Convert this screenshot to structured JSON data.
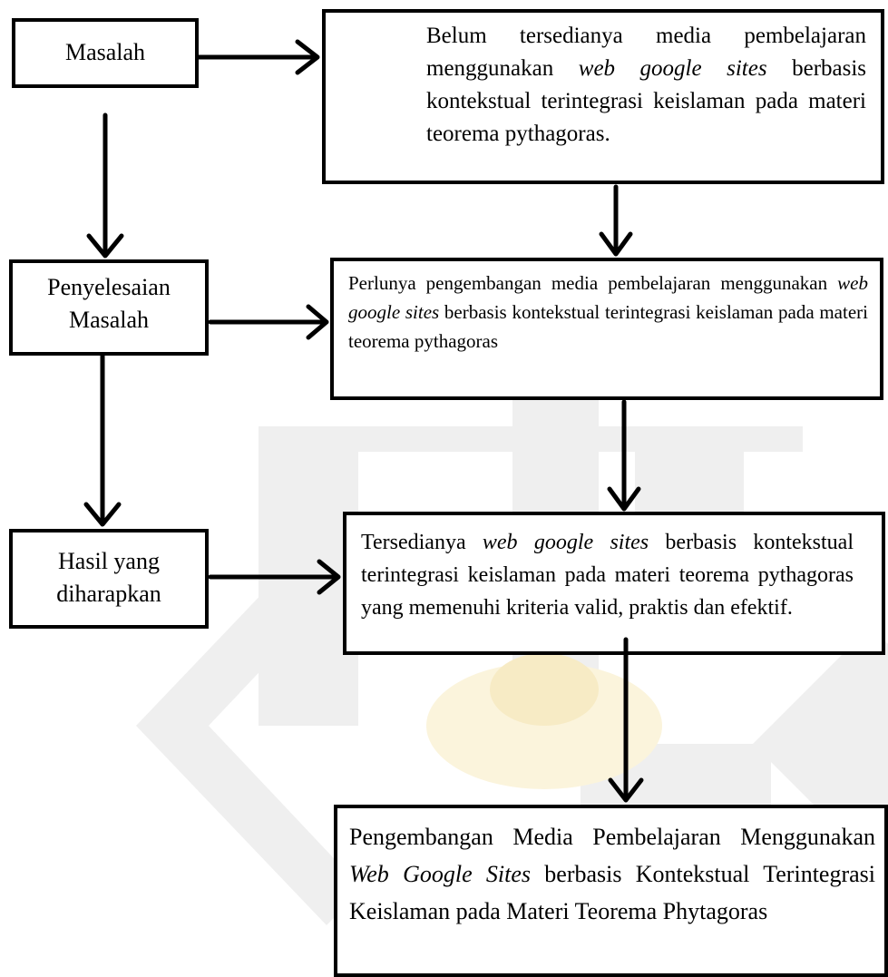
{
  "diagram": {
    "nodes": {
      "masalah": {
        "label": "Masalah"
      },
      "penyelesaian": {
        "line1": "Penyelesaian",
        "line2": "Masalah"
      },
      "hasil": {
        "line1": "Hasil yang",
        "line2": "diharapkan"
      },
      "problem_statement": {
        "part1": "Belum tersedianya media pembelajaran menggunakan ",
        "italic": "web google sites",
        "part2": " berbasis kontekstual terintegrasi keislaman pada materi teorema pythagoras."
      },
      "solution_statement": {
        "part1": "Perlunya pengembangan media pembelajaran menggunakan ",
        "italic": "web google sites",
        "part2": " berbasis kontekstual terintegrasi keislaman pada materi teorema pythagoras"
      },
      "expected_statement": {
        "part1": "Tersedianya ",
        "italic": "web google sites",
        "part2": " berbasis kontekstual terintegrasi keislaman pada materi teorema pythagoras yang memenuhi kriteria valid, praktis dan efektif."
      },
      "final_title": {
        "part1": "Pengembangan Media Pembelajaran Menggunakan ",
        "italic": "Web Google Sites",
        "part2": " berbasis Kontekstual Terintegrasi Keislaman pada Materi Teorema Phytagoras"
      }
    },
    "edges": [
      {
        "from": "masalah",
        "to": "problem_statement"
      },
      {
        "from": "masalah",
        "to": "penyelesaian"
      },
      {
        "from": "problem_statement",
        "to": "solution_statement"
      },
      {
        "from": "penyelesaian",
        "to": "solution_statement"
      },
      {
        "from": "penyelesaian",
        "to": "hasil"
      },
      {
        "from": "solution_statement",
        "to": "expected_statement"
      },
      {
        "from": "hasil",
        "to": "expected_statement"
      },
      {
        "from": "expected_statement",
        "to": "final_title"
      }
    ]
  }
}
